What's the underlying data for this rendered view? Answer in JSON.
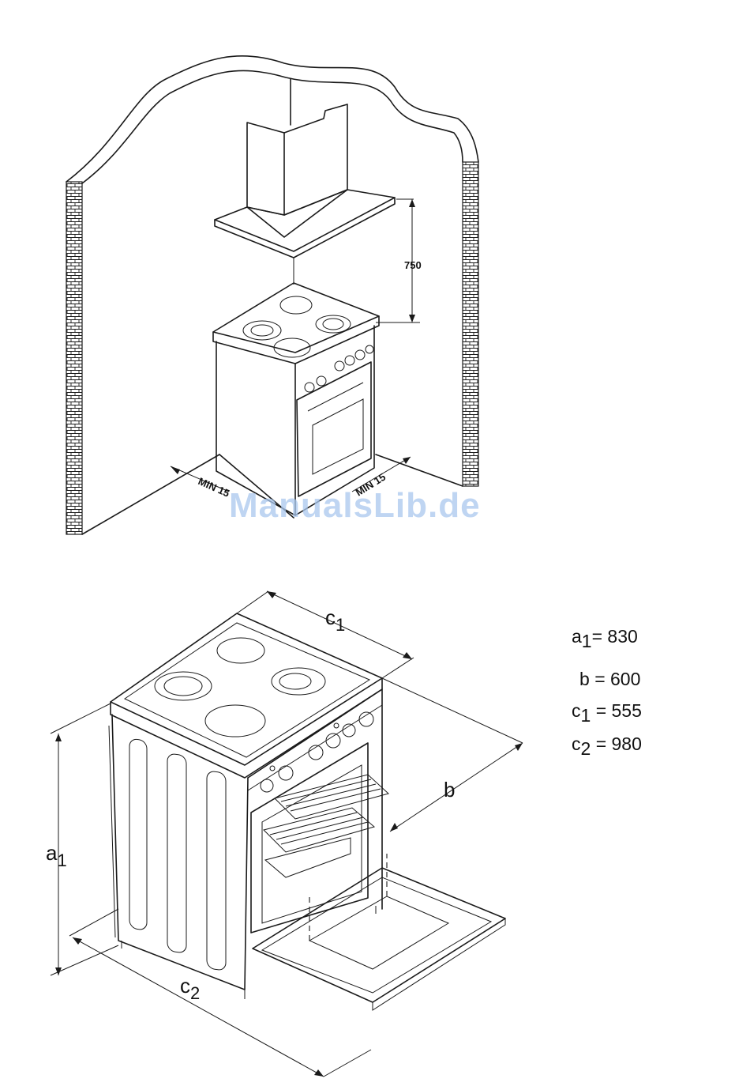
{
  "figure_top": {
    "height_dimension": "750",
    "clearance_left": "MIN 15",
    "clearance_right": "MIN 15"
  },
  "figure_bottom": {
    "label_a": "a",
    "label_a_sub": "1",
    "label_b": "b",
    "label_c1": "c",
    "label_c1_sub": "1",
    "label_c2": "c",
    "label_c2_sub": "2"
  },
  "dimensions": [
    {
      "symbol": "a",
      "sub": "1",
      "value": "= 830"
    },
    {
      "symbol": "b",
      "sub": "",
      "value": "= 600"
    },
    {
      "symbol": "c",
      "sub": "1",
      "value": "= 555"
    },
    {
      "symbol": "c",
      "sub": "2",
      "value": "= 980"
    }
  ],
  "watermark": "ManualsLib.de"
}
